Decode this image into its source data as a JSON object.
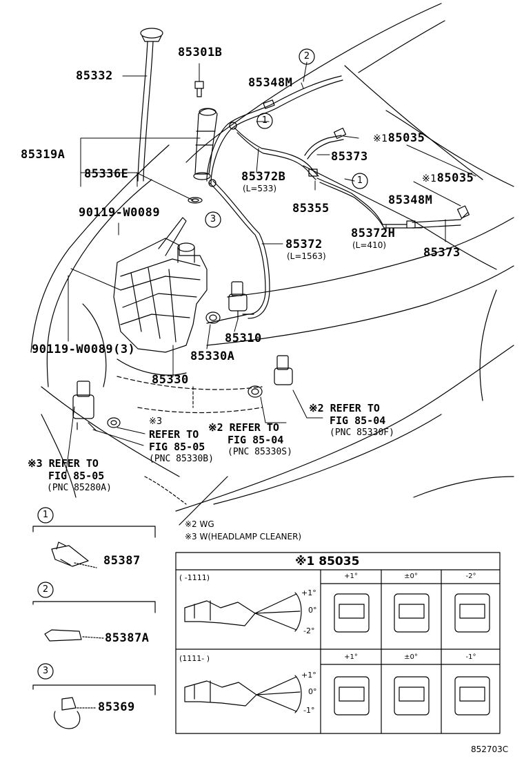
{
  "parts": {
    "p85332": "85332",
    "p85301B": "85301B",
    "p85348M_top": "85348M",
    "p85319A": "85319A",
    "p85336E": "85336E",
    "p85035_a": "85035",
    "p85373_a": "85373",
    "p85372B": "85372B",
    "p85372B_len": "(L=533)",
    "p85035_b": "85035",
    "p85355": "85355",
    "p85348M_b": "85348M",
    "p90119_a": "90119-W0089",
    "p85372H": "85372H",
    "p85372H_len": "(L=410)",
    "p85372": "85372",
    "p85372_len": "(L=1563)",
    "p85373_b": "85373",
    "p90119_b": "90119-W0089(3)",
    "p85310": "85310",
    "p85330A": "85330A",
    "p85330": "85330",
    "p85387": "85387",
    "p85387A": "85387A",
    "p85369": "85369"
  },
  "marks": {
    "m1": "※1",
    "m1b": "※1",
    "m2": "※2",
    "m3": "※3"
  },
  "callouts": {
    "c1": "1",
    "c2": "2",
    "c3": "3",
    "c1b": "1",
    "l1": "1",
    "l2": "2",
    "l3": "3"
  },
  "refs": {
    "r1_l1": "※2 REFER TO",
    "r1_l2": "FIG 85-04",
    "r1_l3": "(PNC 85330F)",
    "r2_l1": "※2 REFER TO",
    "r2_l2": "FIG 85-04",
    "r2_l3": "(PNC 85330S)",
    "r3_l1": "※3",
    "r3_l2": "REFER TO",
    "r3_l3": "FIG 85-05",
    "r3_l4": "(PNC 85330B)",
    "r4_l1": "※3 REFER TO",
    "r4_l2": "FIG 85-05",
    "r4_l3": "(PNC 85280A)"
  },
  "legend": {
    "wg": "※2 WG",
    "w": "※3 W(HEADLAMP CLEANER)"
  },
  "table": {
    "title": "※1 85035",
    "row1_range": "(      -1111)",
    "row2_range": "(1111-      )",
    "row1_headers": [
      "+1°",
      "±0°",
      "-2°"
    ],
    "row2_headers": [
      "+1°",
      "±0°",
      "-1°"
    ],
    "row1_angles": [
      "+1°",
      "0°",
      "-2°"
    ],
    "row2_angles": [
      "+1°",
      "0°",
      "-1°"
    ]
  },
  "figure_code": "852703C"
}
